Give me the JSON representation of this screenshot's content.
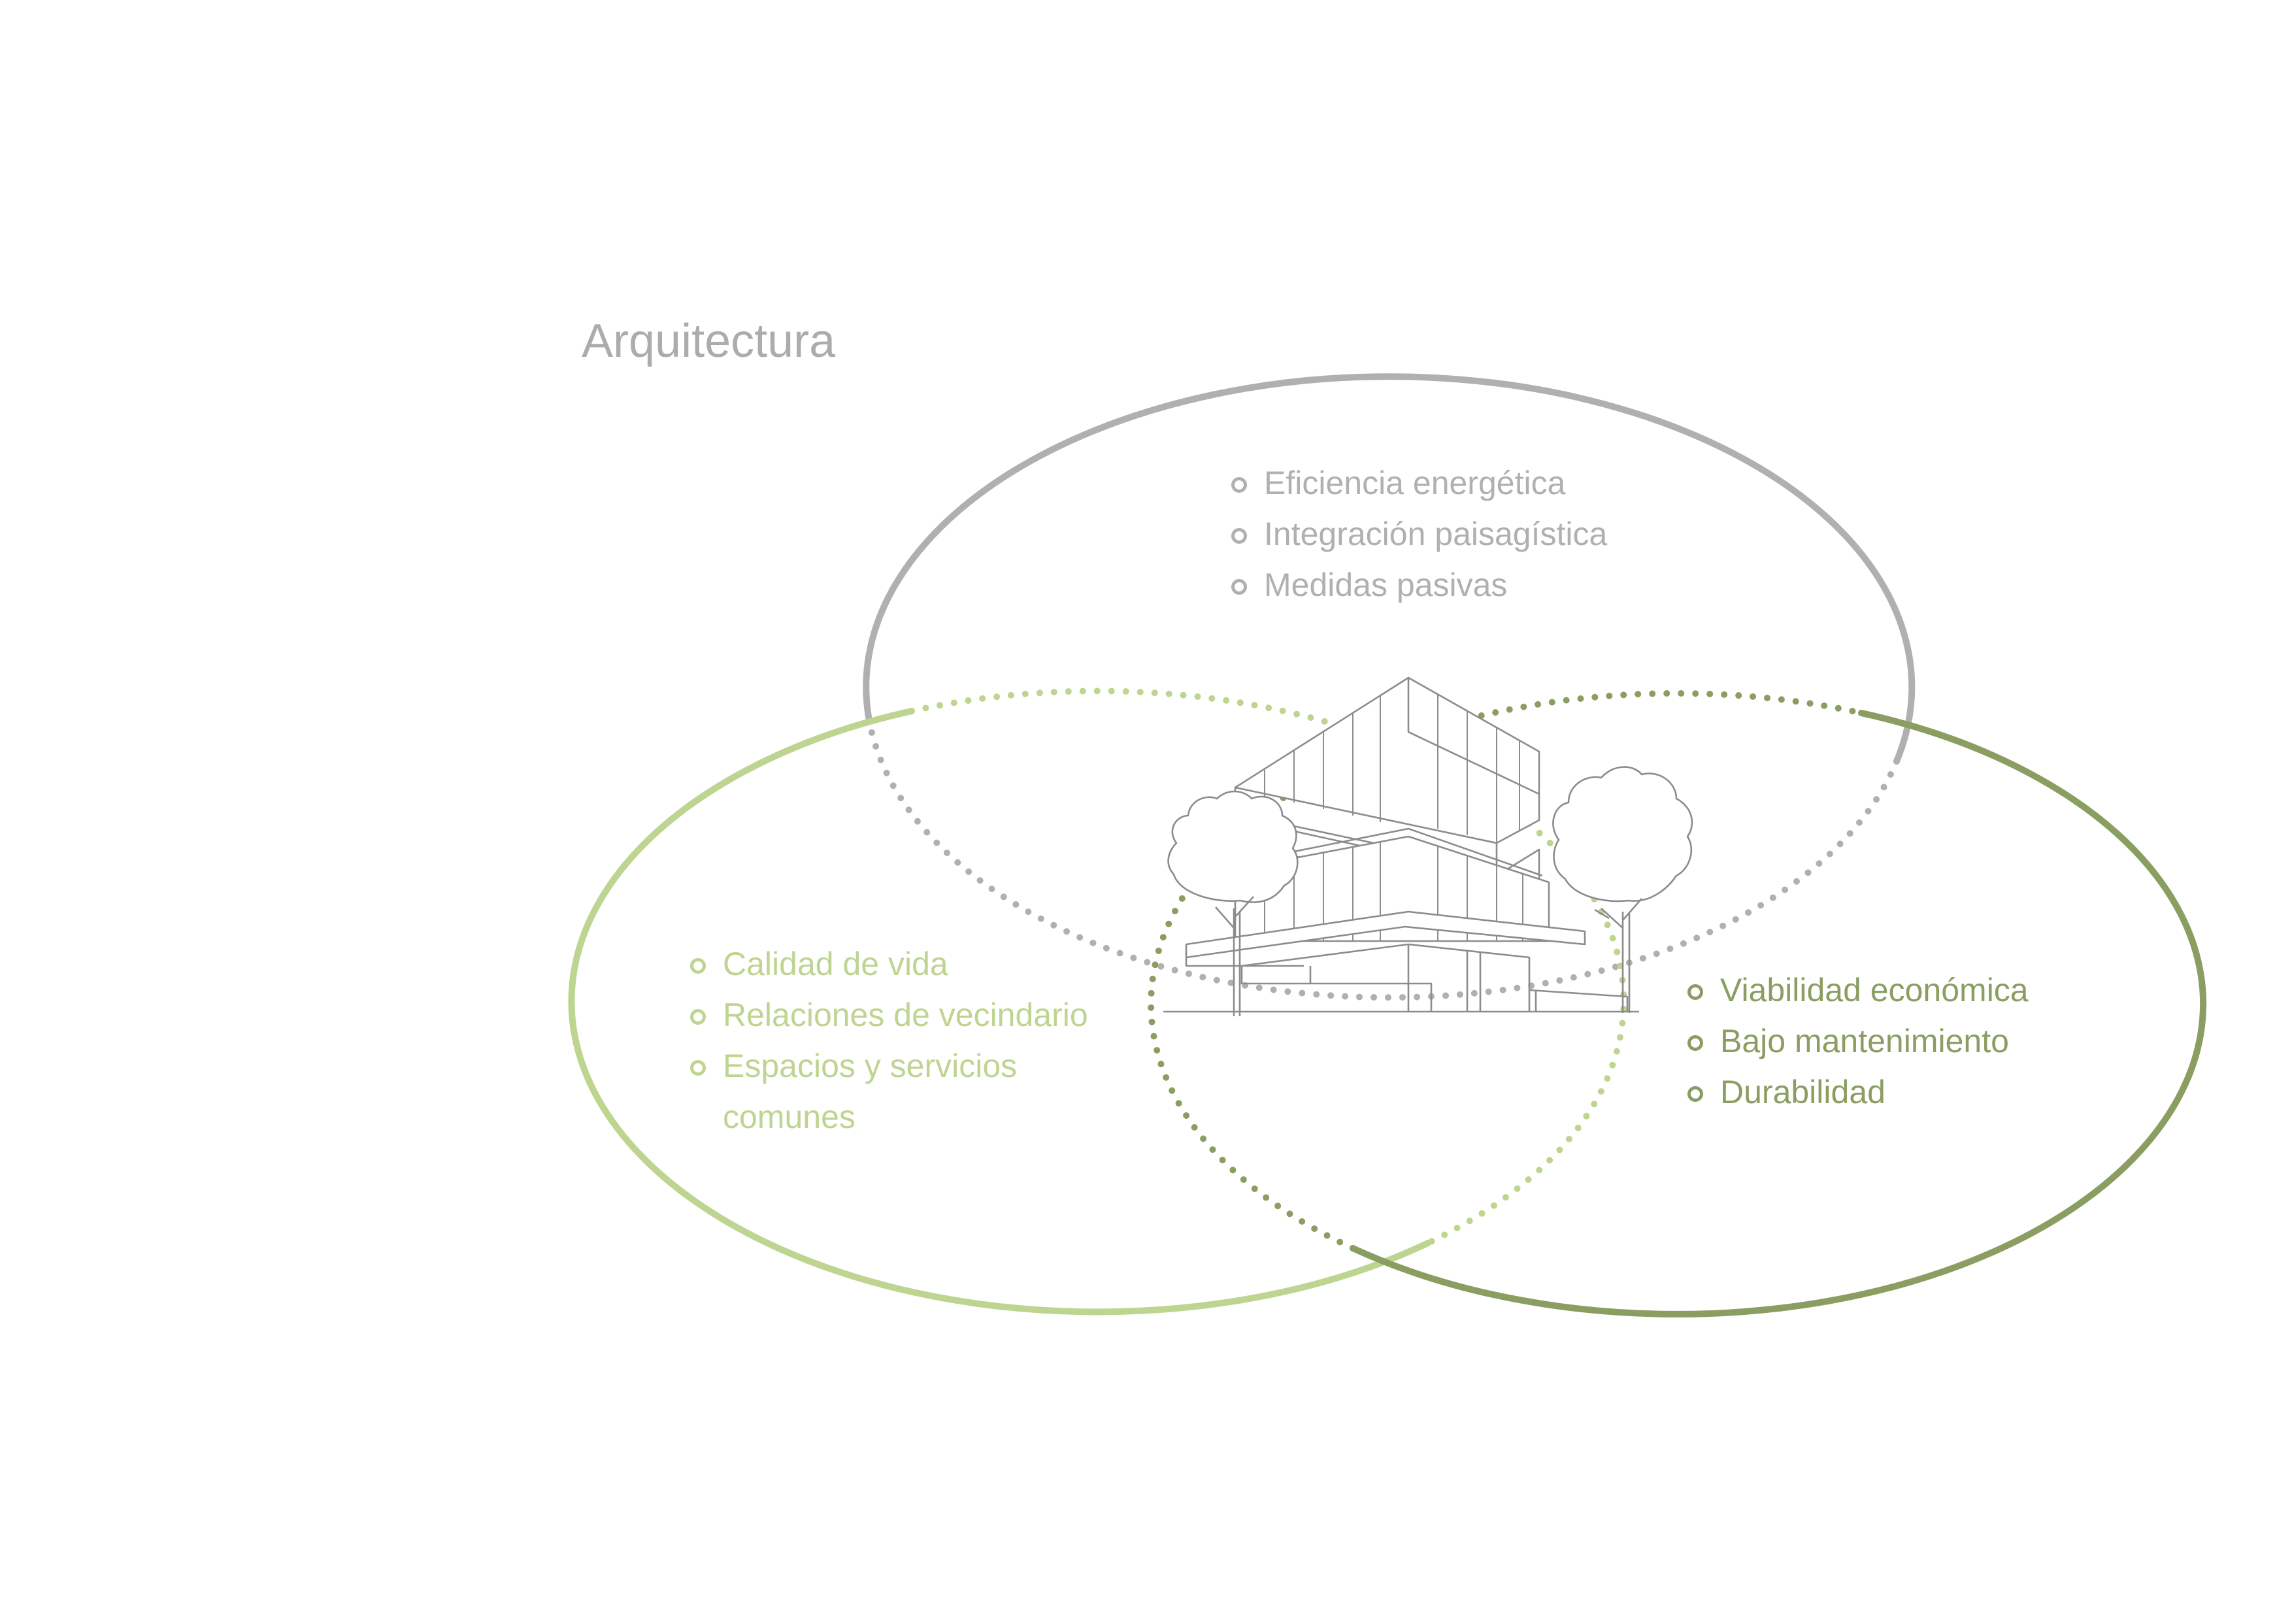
{
  "title": "Arquitectura",
  "colors": {
    "architecture": "#b0b0b0",
    "social": "#bdd590",
    "economic": "#8a9e62",
    "drawing": "#8c8c8c"
  },
  "architecture": {
    "items": [
      "Eficiencia energética",
      "Integración paisagística",
      "Medidas pasivas"
    ]
  },
  "social": {
    "items": [
      "Calidad de vida",
      "Relaciones de vecindario",
      "Espacios y servicios\ncomunes"
    ]
  },
  "economic": {
    "items": [
      "Viabilidad económica",
      "Bajo mantenimiento",
      "Durabilidad"
    ]
  }
}
